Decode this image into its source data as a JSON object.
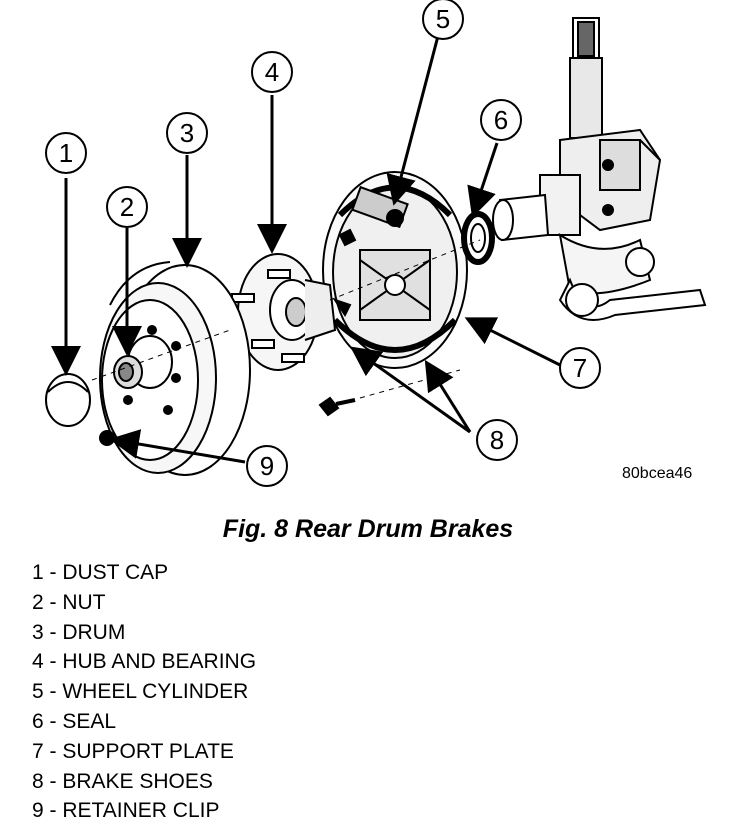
{
  "figure": {
    "caption": "Fig. 8 Rear Drum Brakes",
    "reference_code": "80bcea46"
  },
  "callouts": [
    "1",
    "2",
    "3",
    "4",
    "5",
    "6",
    "7",
    "8",
    "9"
  ],
  "legend": [
    {
      "number": "1",
      "label": "1 - DUST CAP"
    },
    {
      "number": "2",
      "label": "2 - NUT"
    },
    {
      "number": "3",
      "label": "3 - DRUM"
    },
    {
      "number": "4",
      "label": "4 - HUB AND BEARING"
    },
    {
      "number": "5",
      "label": "5 - WHEEL CYLINDER"
    },
    {
      "number": "6",
      "label": "6 - SEAL"
    },
    {
      "number": "7",
      "label": "7 - SUPPORT PLATE"
    },
    {
      "number": "8",
      "label": "8 - BRAKE SHOES"
    },
    {
      "number": "9",
      "label": "9 - RETAINER CLIP"
    }
  ]
}
